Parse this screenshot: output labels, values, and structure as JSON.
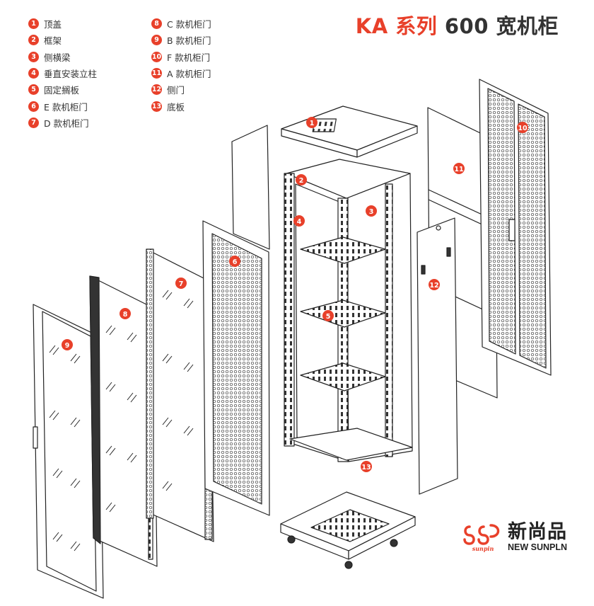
{
  "title": {
    "part_red": "KA 系列",
    "part_dark": "600 宽机柜"
  },
  "legend": [
    {
      "num": "1",
      "label": "顶盖"
    },
    {
      "num": "2",
      "label": "框架"
    },
    {
      "num": "3",
      "label": "侧横梁"
    },
    {
      "num": "4",
      "label": "垂直安装立柱"
    },
    {
      "num": "5",
      "label": "固定搁板"
    },
    {
      "num": "6",
      "label": "E 款机柜门"
    },
    {
      "num": "7",
      "label": "D 款机柜门"
    },
    {
      "num": "8",
      "label": "C 款机柜门"
    },
    {
      "num": "9",
      "label": "B 款机柜门"
    },
    {
      "num": "10",
      "label": "F 款机柜门"
    },
    {
      "num": "11",
      "label": "A 款机柜门"
    },
    {
      "num": "12",
      "label": "侧门"
    },
    {
      "num": "13",
      "label": "底板"
    }
  ],
  "callouts": [
    "1",
    "2",
    "3",
    "4",
    "5",
    "6",
    "7",
    "8",
    "9",
    "10",
    "11",
    "12",
    "13"
  ],
  "brand": {
    "logo_text": "sunpin",
    "name_cn": "新尚品",
    "name_en": "NEW SUNPLN"
  },
  "colors": {
    "accent": "#e8402a",
    "text": "#333333",
    "line": "#222222"
  }
}
